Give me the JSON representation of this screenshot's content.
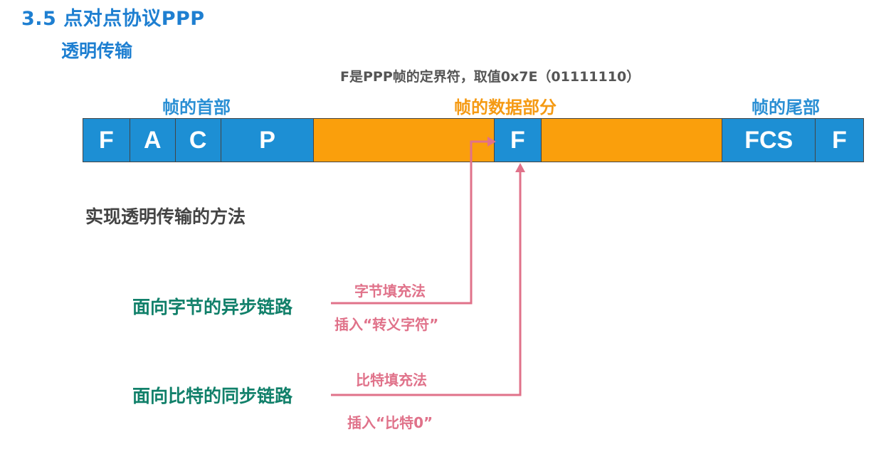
{
  "title": "3.5 点对点协议PPP",
  "subtitle": "透明传输",
  "flag_note": "F是PPP帧的定界符，取值0x7E（01111110）",
  "frame_parts": {
    "header": "帧的首部",
    "data": "帧的数据部分",
    "trailer": "帧的尾部"
  },
  "frame_fields": {
    "f1": "F",
    "a": "A",
    "c": "C",
    "p": "P",
    "data_flag": "F",
    "fcs": "FCS",
    "f2": "F"
  },
  "methods_title": "实现透明传输的方法",
  "links": {
    "async": {
      "label": "面向字节的异步链路",
      "method": "字节填充法",
      "detail": "插入“转义字符”"
    },
    "sync": {
      "label": "面向比特的同步链路",
      "method": "比特填充法",
      "detail": "插入“比特0”"
    }
  },
  "colors": {
    "title_blue": "#1e7fd1",
    "field_blue": "#1d8fd4",
    "data_orange": "#fa9f0c",
    "link_green": "#11806a",
    "arrow_pink": "#e0728a"
  }
}
